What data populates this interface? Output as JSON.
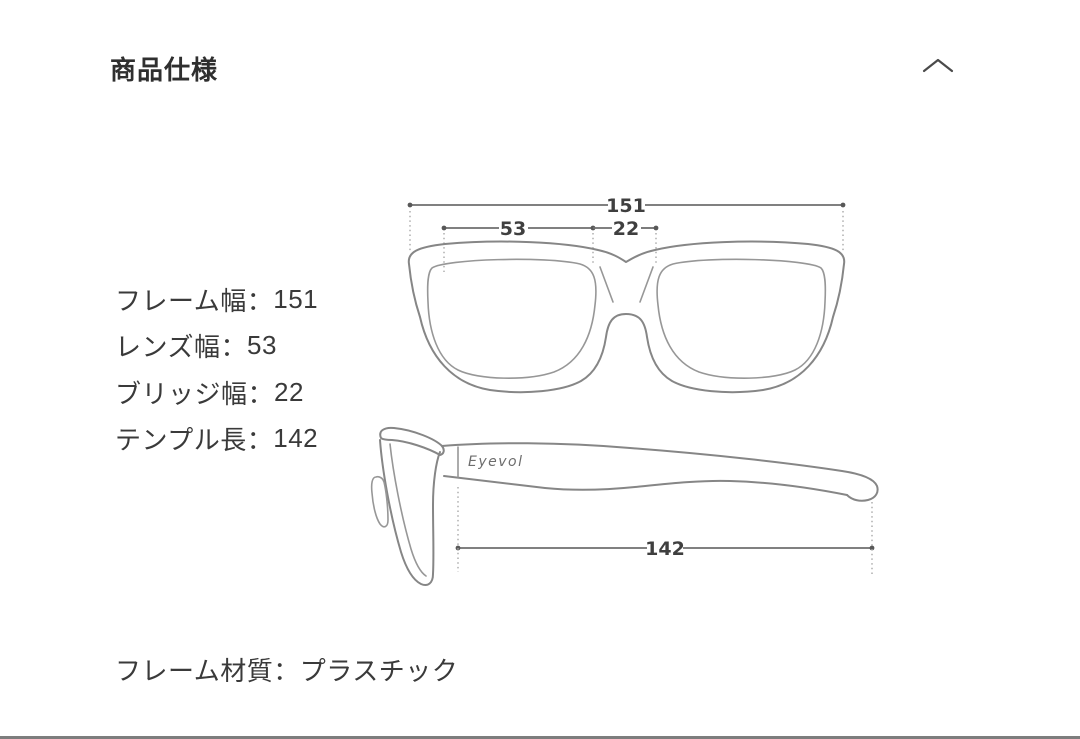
{
  "header": {
    "title": "商品仕様"
  },
  "specs": {
    "separator": "：",
    "items": [
      {
        "label": "フレーム幅",
        "value": "151"
      },
      {
        "label": "レンズ幅",
        "value": "53"
      },
      {
        "label": "ブリッジ幅",
        "value": "22"
      },
      {
        "label": "テンプル長",
        "value": "142"
      }
    ]
  },
  "material": {
    "label": "フレーム材質",
    "separator": "：",
    "value": "プラスチック"
  },
  "diagram": {
    "brand": "Eyevol",
    "dimensions": {
      "frame_width": "151",
      "lens_width": "53",
      "bridge_width": "22",
      "temple_length": "142"
    }
  },
  "colors": {
    "text": "#333333",
    "drawing_line": "#8a8a8a",
    "dimension_text": "#3f3f3f",
    "bottom_divider": "#7d7d7d"
  },
  "icons": {
    "collapse": "chevron-up"
  }
}
